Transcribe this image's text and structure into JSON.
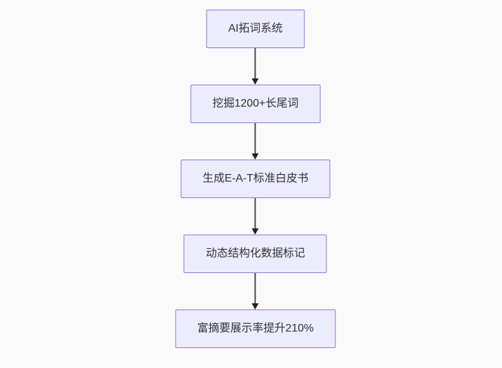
{
  "diagram": {
    "type": "flowchart-vertical",
    "node_fill": "#ececff",
    "node_border": "#9370db",
    "arrow_color": "#333333",
    "background": "#fafafa",
    "nodes": [
      {
        "label": "AI拓词系统"
      },
      {
        "label": "挖掘1200+长尾词"
      },
      {
        "label": "生成E-A-T标准白皮书"
      },
      {
        "label": "动态结构化数据标记"
      },
      {
        "label": "富摘要展示率提升210%"
      }
    ]
  }
}
